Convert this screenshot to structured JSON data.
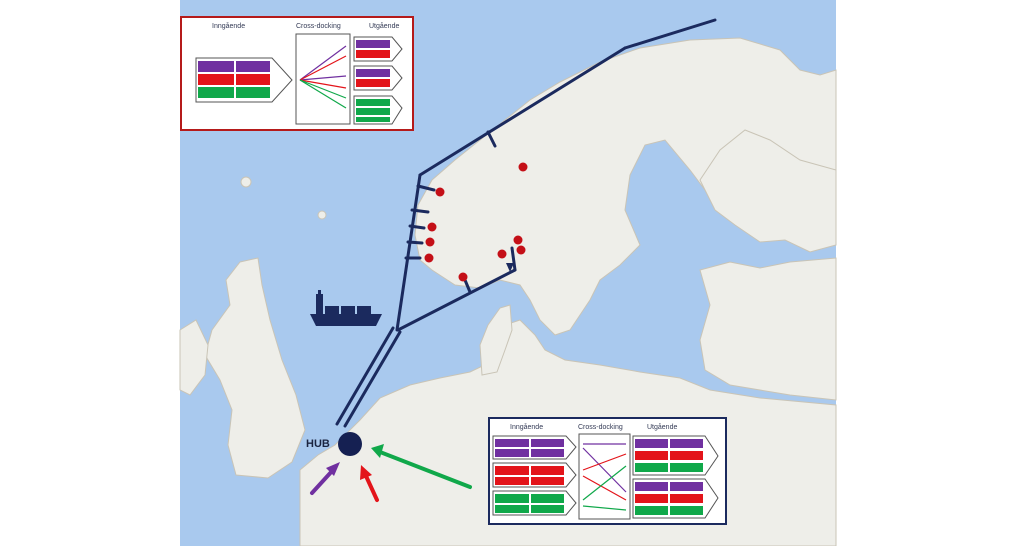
{
  "map": {
    "hub_label": "HUB",
    "colors": {
      "sea": "#a9c9ee",
      "land": "#eeeee9",
      "forest": "#dbe7cf",
      "route": "#1b2a5e",
      "port": "#c40f17",
      "purple": "#7030a0",
      "red": "#e3141a",
      "green": "#10a84a",
      "topbox_border": "#b51a1a",
      "bottombox_border": "#1b2a5e"
    }
  },
  "top_box": {
    "inbound_label": "Inngående",
    "crossdock_label": "Cross-docking",
    "outbound_label": "Utgående"
  },
  "bottom_box": {
    "inbound_label": "Inngående",
    "crossdock_label": "Cross-docking",
    "outbound_label": "Utgående"
  },
  "icons": {
    "ship": "container-ship-icon",
    "port": "port-dot-icon"
  }
}
